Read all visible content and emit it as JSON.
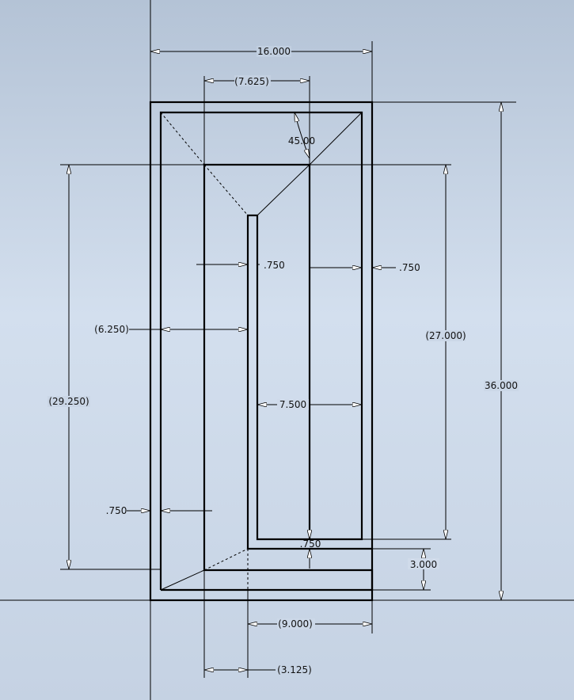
{
  "dimensions": {
    "overall_width": "16.000",
    "top_opening": "(7.625)",
    "chamfer_angle": "45.00",
    "inner_wall_thickness": ".750",
    "right_wall_thickness": ".750",
    "left_inner_height": "(29.250)",
    "left_offset": "(6.250)",
    "right_inner_height": "(27.000)",
    "overall_height": "36.000",
    "pocket_width": "7.500",
    "left_wall_thickness": ".750",
    "bottom_wall_thickness": ".750",
    "bottom_step": "3.000",
    "bottom_width": "(9.000)",
    "bottom_offset": "(3.125)"
  }
}
